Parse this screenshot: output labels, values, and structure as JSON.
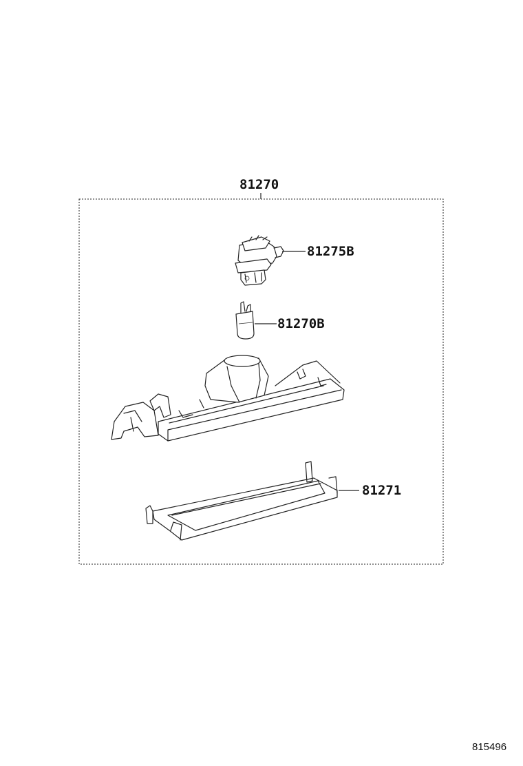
{
  "diagram": {
    "assembly_label": "81270",
    "parts": [
      {
        "id": "socket",
        "label": "81275B"
      },
      {
        "id": "bulb",
        "label": "81270B"
      },
      {
        "id": "lens",
        "label": "81271"
      }
    ],
    "reference_number": "815496"
  }
}
